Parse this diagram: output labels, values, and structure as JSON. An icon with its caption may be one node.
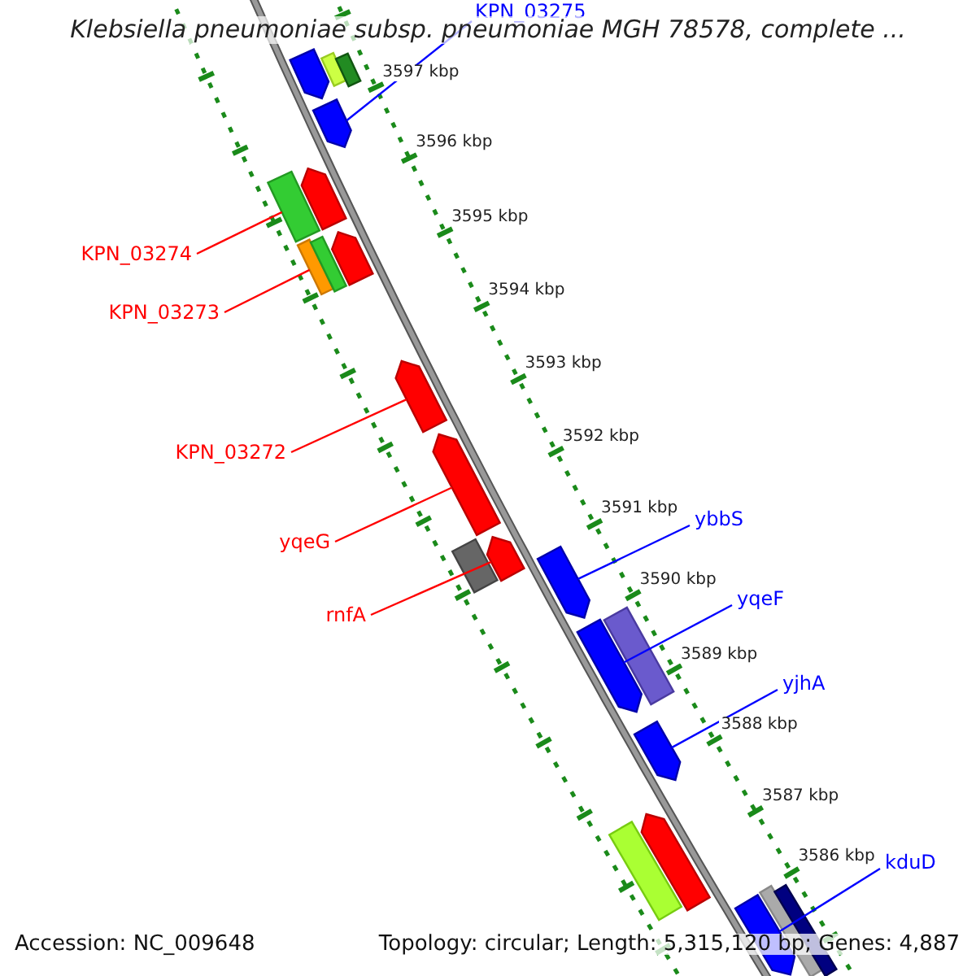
{
  "diagram": {
    "title": "Klebsiella pneumoniae subsp. pneumoniae MGH 78578, complete ...",
    "nodes": [
      {
        "text": [
          "KPN_03275"
        ]
      },
      {
        "text": [
          "KPN_03274"
        ]
      },
      {
        "text": [
          "KPN_03273"
        ]
      },
      {
        "text": [
          "KPN_03272"
        ]
      },
      {
        "text": [
          "yqeG"
        ]
      },
      {
        "text": [
          "rnfA"
        ]
      },
      {
        "text": [
          "ybbS"
        ]
      },
      {
        "text": [
          "yqeF"
        ]
      },
      {
        "text": [
          "yjhA"
        ]
      },
      {
        "text": [
          "kduD"
        ]
      },
      {
        "text": [],
        "shape": "bar"
      },
      {
        "text": [],
        "shape": "bar"
      },
      {
        "text": [],
        "shape": "bar"
      },
      {
        "text": [],
        "shape": "bar"
      },
      {
        "text": [],
        "shape": "bar"
      },
      {
        "text": [],
        "shape": "bar"
      },
      {
        "text": [],
        "shape": "bar"
      },
      {
        "text": [],
        "shape": "bar"
      },
      {
        "text": [],
        "shape": "bar"
      },
      {
        "text": [],
        "shape": "bar"
      },
      {
        "text": [],
        "shape": "bar"
      },
      {
        "text": [],
        "shape": "bar"
      },
      {
        "text": [],
        "shape": "bar"
      },
      {
        "text": [],
        "shape": "bar"
      },
      {
        "text": [],
        "shape": "bar"
      },
      {
        "text": [],
        "shape": "bar"
      },
      {
        "text": [],
        "shape": "bar"
      },
      {
        "text": [],
        "shape": "bar"
      },
      {
        "text": [],
        "shape": "bar"
      },
      {
        "text": [],
        "shape": "bar"
      },
      {
        "text": [],
        "shape": "bar"
      },
      {
        "text": [],
        "shape": "bar"
      }
    ],
    "edges": [
      {
        "from": 0,
        "to": 13,
        "arrow": "none",
        "color": "#0000ff"
      },
      {
        "from": 1,
        "to": 14,
        "arrow": "none",
        "color": "#ff0000"
      },
      {
        "from": 2,
        "to": 16,
        "arrow": "none",
        "color": "#ff0000"
      },
      {
        "from": 3,
        "to": 19,
        "arrow": "none",
        "color": "#ff0000"
      },
      {
        "from": 4,
        "to": 20,
        "arrow": "none",
        "color": "#ff0000"
      },
      {
        "from": 5,
        "to": 22,
        "arrow": "none",
        "color": "#ff0000"
      },
      {
        "from": 6,
        "to": 23,
        "arrow": "none",
        "color": "#0000ff"
      },
      {
        "from": 7,
        "to": 24,
        "arrow": "none",
        "color": "#0000ff"
      },
      {
        "from": 8,
        "to": 26,
        "arrow": "none",
        "color": "#0000ff"
      },
      {
        "from": 9,
        "to": 29,
        "arrow": "none",
        "color": "#0000ff"
      }
    ],
    "labels": [
      "3597 kbp",
      "3596 kbp",
      "3595 kbp",
      "3594 kbp",
      "3593 kbp",
      "3592 kbp",
      "3591 kbp",
      "3590 kbp",
      "3589 kbp",
      "3588 kbp",
      "3587 kbp",
      "3586 kbp",
      "Accession: NC_009648",
      "Topology: circular; Length: 5,315,120 bp; Genes: 4,887"
    ]
  }
}
